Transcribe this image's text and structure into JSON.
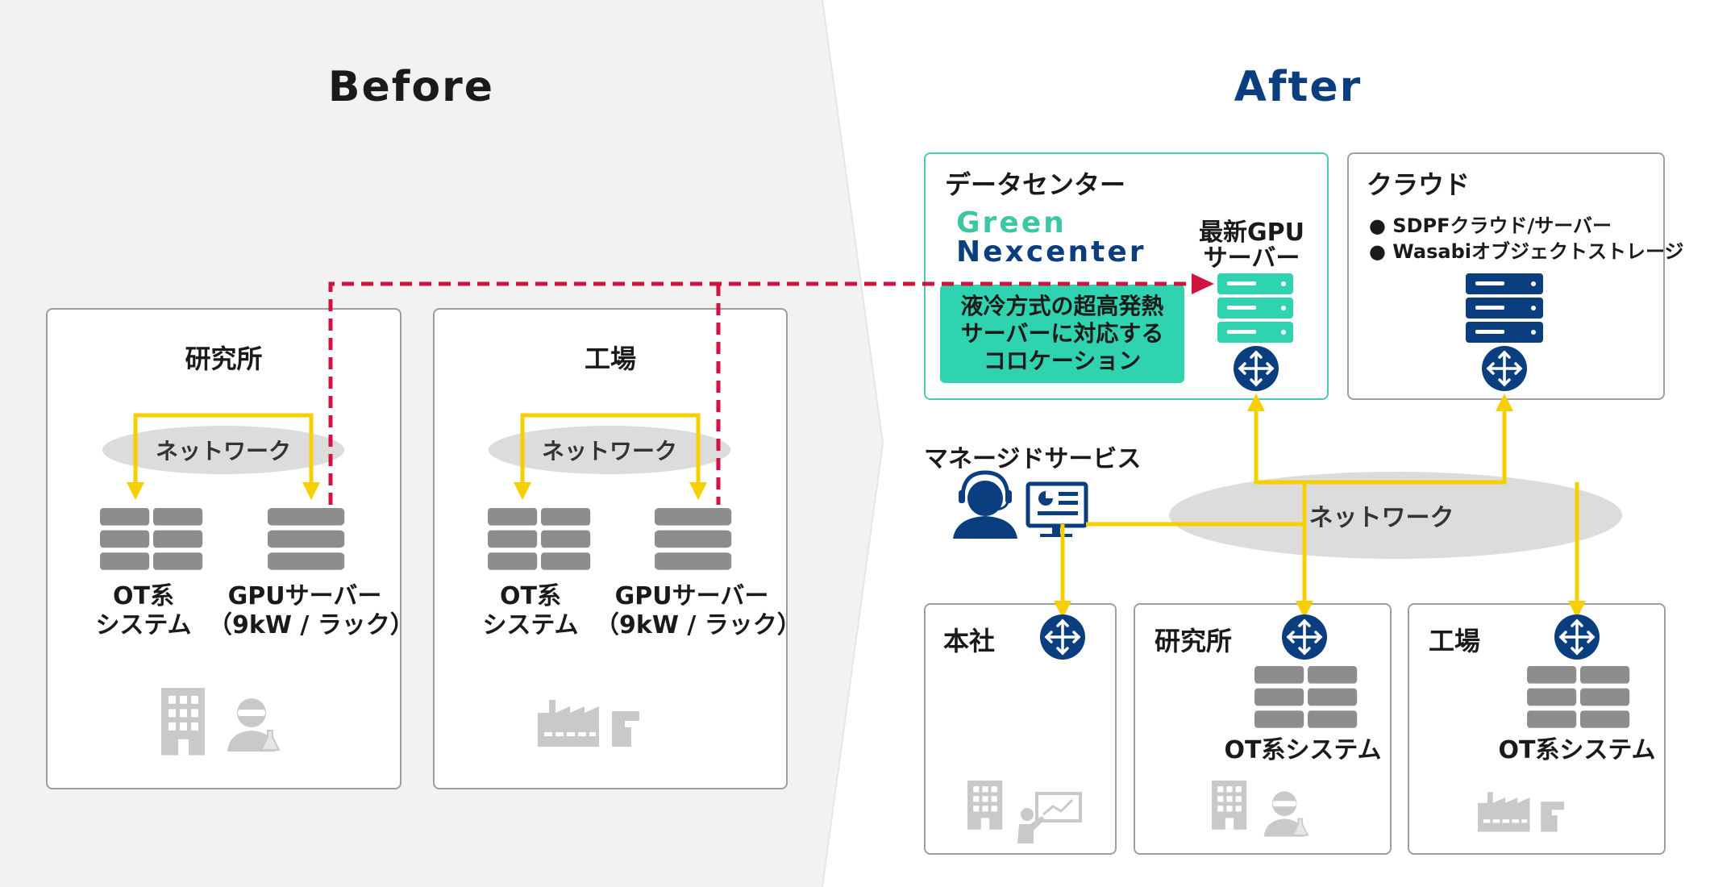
{
  "before": {
    "title": "Before",
    "lab": {
      "title": "研究所",
      "network": "ネットワーク",
      "ot_label_1": "OT系",
      "ot_label_2": "システム",
      "gpu_label_1": "GPUサーバー",
      "gpu_label_2": "（9kW / ラック）"
    },
    "factory": {
      "title": "工場",
      "network": "ネットワーク",
      "ot_label_1": "OT系",
      "ot_label_2": "システム",
      "gpu_label_1": "GPUサーバー",
      "gpu_label_2": "（9kW / ラック）"
    }
  },
  "after": {
    "title": "After",
    "datacenter": {
      "title": "データセンター",
      "logo_line1": "Green",
      "logo_line2": "Nexcenter",
      "colo_line1": "液冷方式の超高発熱",
      "colo_line2": "サーバーに対応する",
      "colo_line3": "コロケーション",
      "gpu_label_1": "最新GPU",
      "gpu_label_2": "サーバー"
    },
    "cloud": {
      "title": "クラウド",
      "bullets": [
        "SDPFクラウド/サーバー",
        "Wasabiオブジェクトストレージ"
      ]
    },
    "managed": {
      "title": "マネージドサービス"
    },
    "network": "ネットワーク",
    "hq": {
      "title": "本社"
    },
    "lab": {
      "title": "研究所",
      "ot_label": "OT系システム"
    },
    "factory": {
      "title": "工場",
      "ot_label": "OT系システム"
    }
  },
  "colors": {
    "yellow": "#f6cf00",
    "red": "#d0143f",
    "navy": "#0b3e7e",
    "teal": "#2fd3b0",
    "gray_icon": "#c9c9c9",
    "server_gray": "#8d8d8d"
  }
}
